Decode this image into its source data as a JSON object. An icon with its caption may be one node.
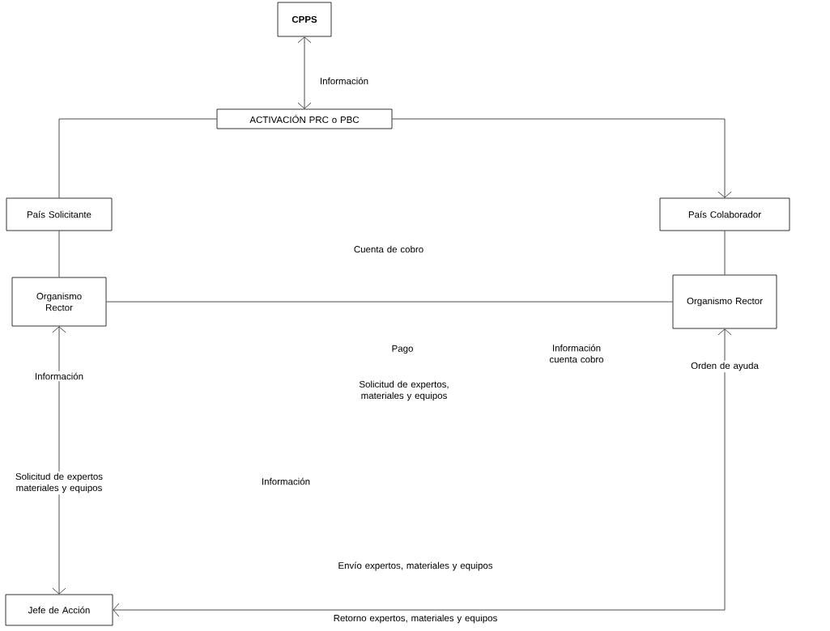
{
  "diagram": {
    "nodes": [
      {
        "text": [
          "**CPPS**"
        ]
      },
      {
        "text": [
          "ACTIVACIÓN PRC o PBC"
        ]
      },
      {
        "text": [
          "País Solicitante"
        ]
      },
      {
        "text": [
          "País Colaborador"
        ]
      },
      {
        "text": [
          "Organismo Rector"
        ]
      },
      {
        "text": [
          "Organismo Rector"
        ]
      },
      {
        "text": [
          "Jefe de Acción"
        ]
      }
    ],
    "edges": [
      {
        "from": 0,
        "to": 1,
        "arrow": "both",
        "label": "Información"
      },
      {
        "from": 1,
        "to": 2,
        "arrow": "none"
      },
      {
        "from": 1,
        "to": 3,
        "arrow": "to"
      },
      {
        "from": 2,
        "to": 4,
        "arrow": "none"
      },
      {
        "from": 3,
        "to": 5,
        "arrow": "none"
      },
      {
        "from": 4,
        "to": 5,
        "arrow": "none"
      },
      {
        "from": 6,
        "to": 4,
        "arrow": "both"
      },
      {
        "from": 5,
        "to": 6,
        "arrow": "both"
      }
    ],
    "labels": [
      "Cuenta de cobro",
      "Pago",
      "Información cuenta cobro",
      "Información",
      "Orden de ayuda",
      "Solicitud de expertos, materiales y equipos",
      "Solicitud de expertos materiales y equipos",
      "Información",
      "Envío expertos, materiales y equipos",
      "Retorno expertos, materiales y equipos"
    ]
  }
}
